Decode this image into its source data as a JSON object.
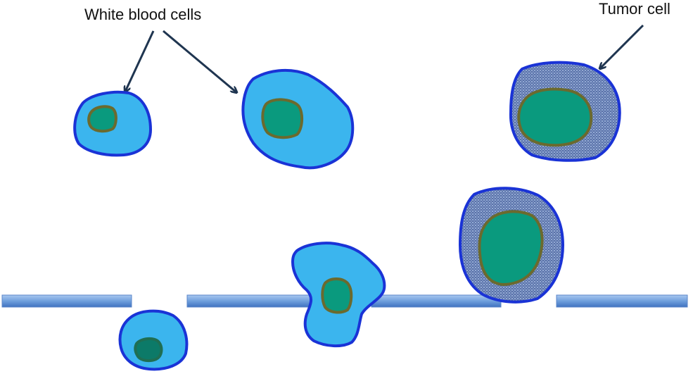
{
  "labels": {
    "white_blood_cells": "White blood cells",
    "tumor_cell": "Tumor cell"
  },
  "colors": {
    "cell_fill": "#3bb5ee",
    "cell_outline": "#1a33d6",
    "nucleus_fill": "#0a9a7e",
    "nucleus_outline": "#6b6a2e",
    "tumor_texture": "#6f86b8",
    "membrane": "#6f9fdc",
    "arrow": "#1f3550"
  },
  "elements": {
    "white_blood_cell_count": 4,
    "tumor_cell_count": 2,
    "membrane_segment_count": 4
  }
}
